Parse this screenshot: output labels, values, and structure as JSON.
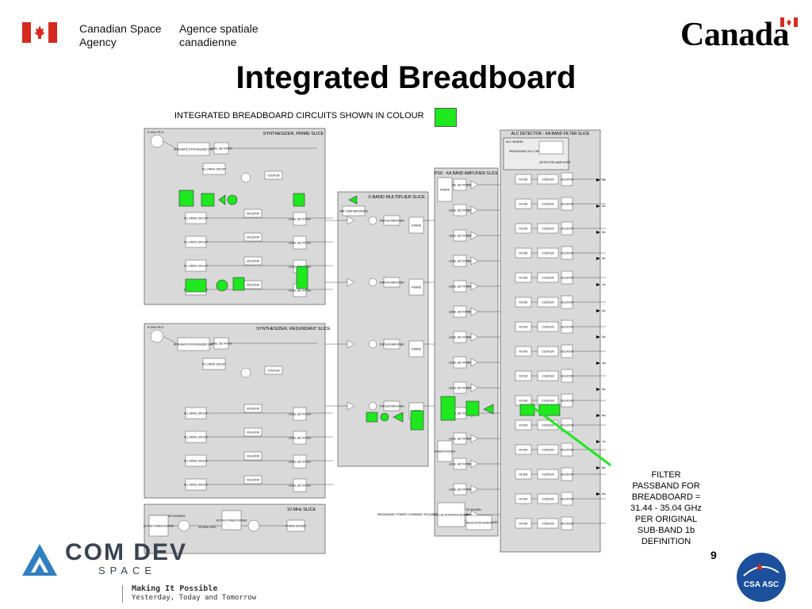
{
  "header": {
    "agency_en_1": "Canadian Space",
    "agency_en_2": "Agency",
    "agency_fr_1": "Agence spatiale",
    "agency_fr_2": "canadienne",
    "wordmark": "Canada"
  },
  "title": "Integrated Breadboard",
  "subtitle": "INTEGRATED BREADBOARD CIRCUITS SHOWN IN COLOUR",
  "highlight_color": "#1ee81e",
  "schematic": {
    "slices": {
      "synth_prime": "SYNTHESIZER, PRIME SLICE",
      "synth_redundant": "SYNTHESIZER, REDUNDANT SLICE",
      "xband_mult": "X-BAND MULTIPLIER SLICE",
      "psu": "PSU - KA BAND AMPLIFIER SLICE",
      "alc": "ALC DETECTOR - KA BAND FILTER SLICE",
      "ten_mhz": "10 MHz SLICE"
    },
    "labels": {
      "plo": "9 GHz PLO",
      "synth_chip": "INTEGRATE SYNTHESIZER CHIP",
      "level_set": "LEVEL SET ATTEN",
      "pll_drive": "PLL DRIVE CIRCUIT",
      "vtg": "VTG",
      "coupler": "COUPLER",
      "isolator": "ISOLATOR",
      "filter": "FILTER",
      "var_gain": "VAR. GAIN AMPLIFIERS",
      "tripler": "TRIPLER AMPLIFIER",
      "hybrid": "HYBRID",
      "power_divider": "POWER DIVIDER",
      "ampl": "AMPL IFIER",
      "alc_board": "ALC BOARD",
      "redundant_alc": "REDUNDANT ALC CIRCUITS",
      "detector": "DETECTOR AMPLIFIER",
      "lcu_board": "LCU LSU INTERFACE BOARD",
      "regulator": "REGULATOR BOARD",
      "active_divider": "ACTIVE POWER DIVIDER",
      "osc": "10 MHz OSC.",
      "telemetry": "REDUNDANT POWER COMMAND TELEMETRY",
      "outputs": [
        "1b",
        "2b",
        "3b",
        "4b",
        "1a",
        "2a",
        "3a",
        "4a",
        "5a",
        "6a",
        "7a",
        "8a",
        "9a"
      ]
    }
  },
  "filter_note": {
    "l1": "FILTER",
    "l2": "PASSBAND FOR",
    "l3": "BREADBOARD =",
    "l4": "31.44 - 35.04 GHz",
    "l5": "PER ORIGINAL",
    "l6": "SUB-BAND 1b",
    "l7": "DEFINITION"
  },
  "page_number": "9",
  "footer": {
    "brand": "COM DEV",
    "division": "SPACE",
    "tagline_1": "Making It Possible",
    "tagline_2": "Yesterday, Today and Tomorrow",
    "csa_badge": "CSA ASC"
  }
}
